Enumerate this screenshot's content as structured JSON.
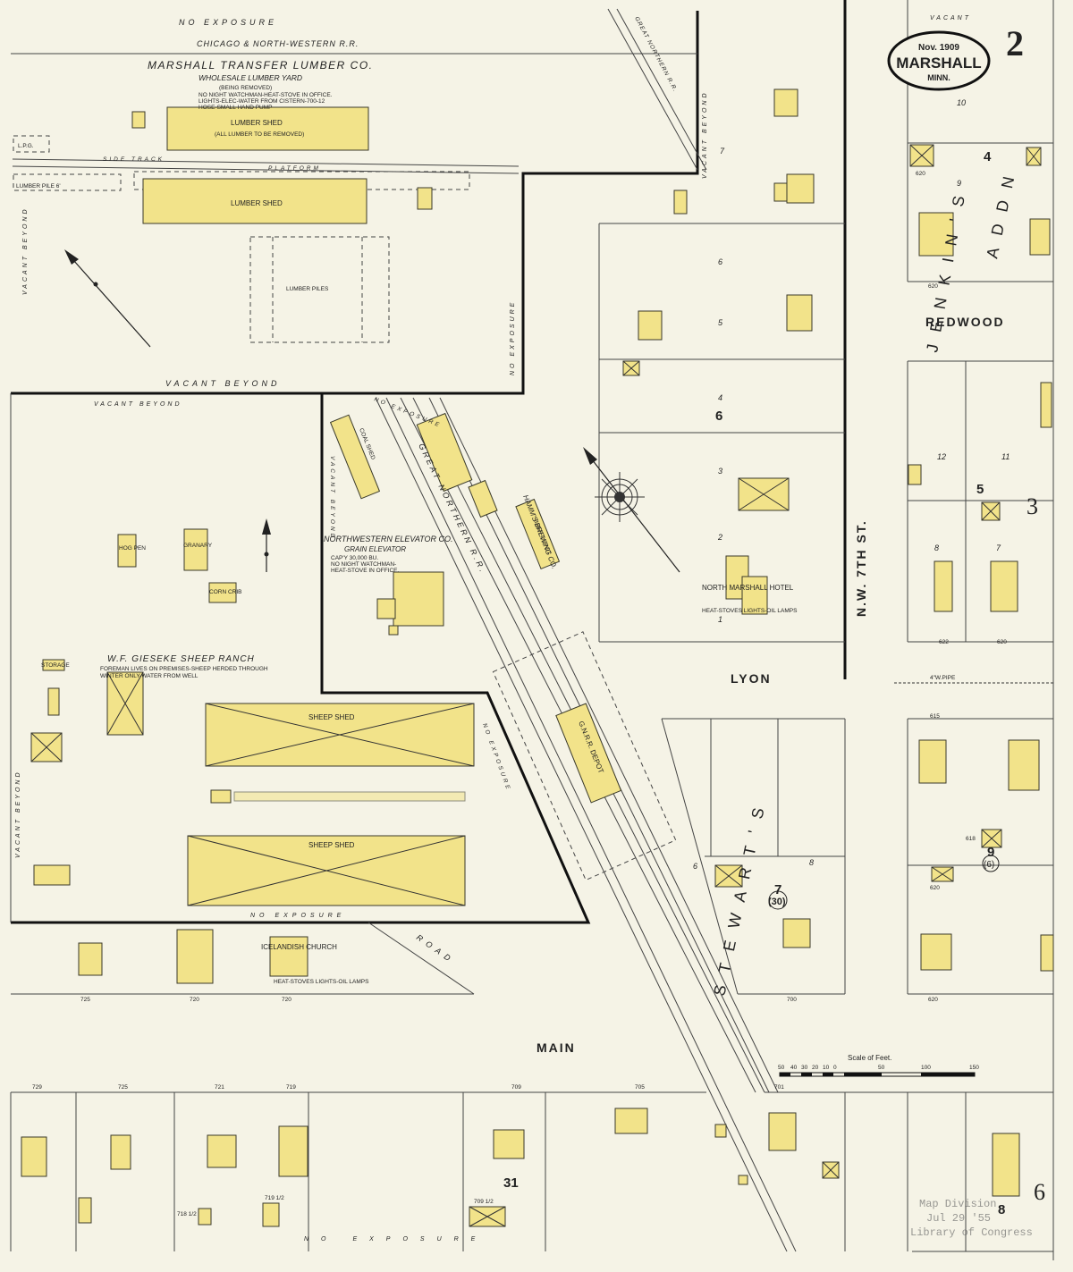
{
  "title_cartouche": {
    "date": "Nov. 1909",
    "town": "MARSHALL",
    "state": "MINN.",
    "sheet_number": "2"
  },
  "margin_sheets": {
    "right_mid": "3",
    "right_bottom": "6"
  },
  "streets": {
    "redwood": "REDWOOD",
    "lyon": "LYON",
    "main": "MAIN",
    "seventh": "N.W. 7TH ST.",
    "stewarts": "STEWART'S",
    "road": "ROAD",
    "jenkins": "JENKIN'S",
    "addn": "ADDN"
  },
  "railroads": {
    "cnw": "CHICAGO & NORTH-WESTERN R.R.",
    "gn_main": "GREAT NORTHERN R.R.",
    "gn_top": "GREAT NORTHERN R.R.",
    "side_track": "SIDE TRACK",
    "platform": "PLATFORM"
  },
  "businesses": {
    "lumber_title": "MARSHALL TRANSFER LUMBER CO.",
    "lumber_sub": "WHOLESALE LUMBER YARD",
    "lumber_note1": "(BEING REMOVED)",
    "lumber_note2": "NO NIGHT WATCHMAN-HEAT-STOVE IN OFFICE.",
    "lumber_note3": "LIGHTS-ELEC-WATER FROM CISTERN-700-12",
    "lumber_note4": "HOSE-SMALL HAND PUMP",
    "lumber_shed": "LUMBER SHED",
    "lumber_shed_note": "(ALL LUMBER TO BE REMOVED)",
    "lumber_shed2": "LUMBER SHED",
    "lumber_piles": "LUMBER PILES",
    "lpg": "L.P.G.",
    "lumber_piles_short": "LUMBER PILE 6'",
    "elevator_title": "NORTHWESTERN ELEVATOR CO.",
    "elevator_sub": "GRAIN ELEVATOR",
    "elevator_note1": "CAP'Y 30,000 BU.",
    "elevator_note2": "NO NIGHT WATCHMAN-",
    "elevator_note3": "HEAT-STOVE IN OFFICE.",
    "brewing": "HAMM'S BREWING CO.",
    "beer_depot": "BEER DEPOT",
    "coal_shed": "COAL SHED",
    "depot": "G.N.R.R. DEPOT",
    "hotel": "NORTH MARSHALL HOTEL",
    "hotel_note": "HEAT-STOVES LIGHTS-OIL LAMPS",
    "sheep_ranch": "W.F. GIESEKE SHEEP RANCH",
    "sheep_note1": "FOREMAN LIVES ON PREMISES-SHEEP HERDED THROUGH",
    "sheep_note2": "WINTER ONLY-WATER FROM WELL",
    "sheep_shed": "SHEEP SHED",
    "sheep_shed2": "SHEEP SHED",
    "church": "ICELANDISH CHURCH",
    "church_note": "HEAT-STOVES LIGHTS-OIL LAMPS",
    "granary": "GRANARY",
    "corn_crib": "CORN CRIB",
    "hog_pen": "HOG PEN",
    "storage": "STORAGE"
  },
  "exposure_labels": {
    "top": "NO EXPOSURE",
    "right_lumber": "NO EXPOSURE",
    "ranch_bottom": "NO EXPOSURE",
    "ranch_right": "NO EXPOSURE",
    "bottom": "NO EXPOSURE",
    "elevator": "NO EXPOSURE",
    "vacant_beyond_1": "VACANT BEYOND",
    "vacant_beyond_2": "VACANT BEYOND",
    "vacant_beyond_3": "VACANT BEYOND",
    "vacant_beyond_4": "VACANT BEYOND",
    "vacant_beyond_5": "VACANT BEYOND",
    "vacant_beyond_6": "VACANT BEYOND",
    "vacant_top_right": "VACANT"
  },
  "block_numbers": [
    "4",
    "6",
    "5",
    "7",
    "9",
    "31",
    "8"
  ],
  "circled": [
    "(30)",
    "(6)"
  ],
  "scale": {
    "title": "Scale of Feet.",
    "ticks": [
      "50",
      "40",
      "30",
      "20",
      "10",
      "0",
      "50",
      "100",
      "150"
    ]
  },
  "pipe_label": "4\"W.PIPE",
  "stamp": {
    "line1": "Map Division",
    "line2": "Jul 29 '55",
    "line3": "Library of Congress"
  },
  "house_numbers": [
    "620",
    "620",
    "622",
    "620",
    "615",
    "618",
    "620",
    "700",
    "620",
    "725",
    "720",
    "720",
    "729",
    "725",
    "721",
    "719",
    "709",
    "705",
    "701",
    "718 1/2",
    "709 1/2",
    "719 1/2"
  ],
  "lot_numbers": [
    "7",
    "6",
    "5",
    "4",
    "3",
    "2",
    "1",
    "10",
    "9",
    "8",
    "11",
    "12",
    "6",
    "7",
    "8"
  ],
  "colors": {
    "paper": "#f5f3e6",
    "frame_building": "#f2e38a",
    "ink": "#222222",
    "stamp": "#666666"
  }
}
